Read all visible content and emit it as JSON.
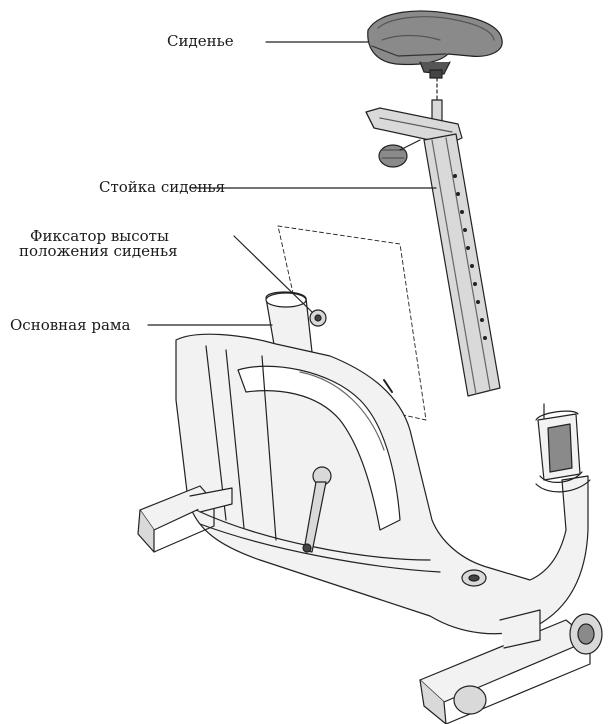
{
  "labels": {
    "seat": "Сиденье",
    "seat_post": "Стойка сиденья",
    "height_lock_line1": "Фиксатор высоты",
    "height_lock_line2": "положения сиденья",
    "main_frame": "Основная рама"
  },
  "colors": {
    "line": "#222222",
    "fill_light": "#f2f2f2",
    "fill_mid": "#d9d9d9",
    "fill_dark": "#8a8a8a"
  }
}
